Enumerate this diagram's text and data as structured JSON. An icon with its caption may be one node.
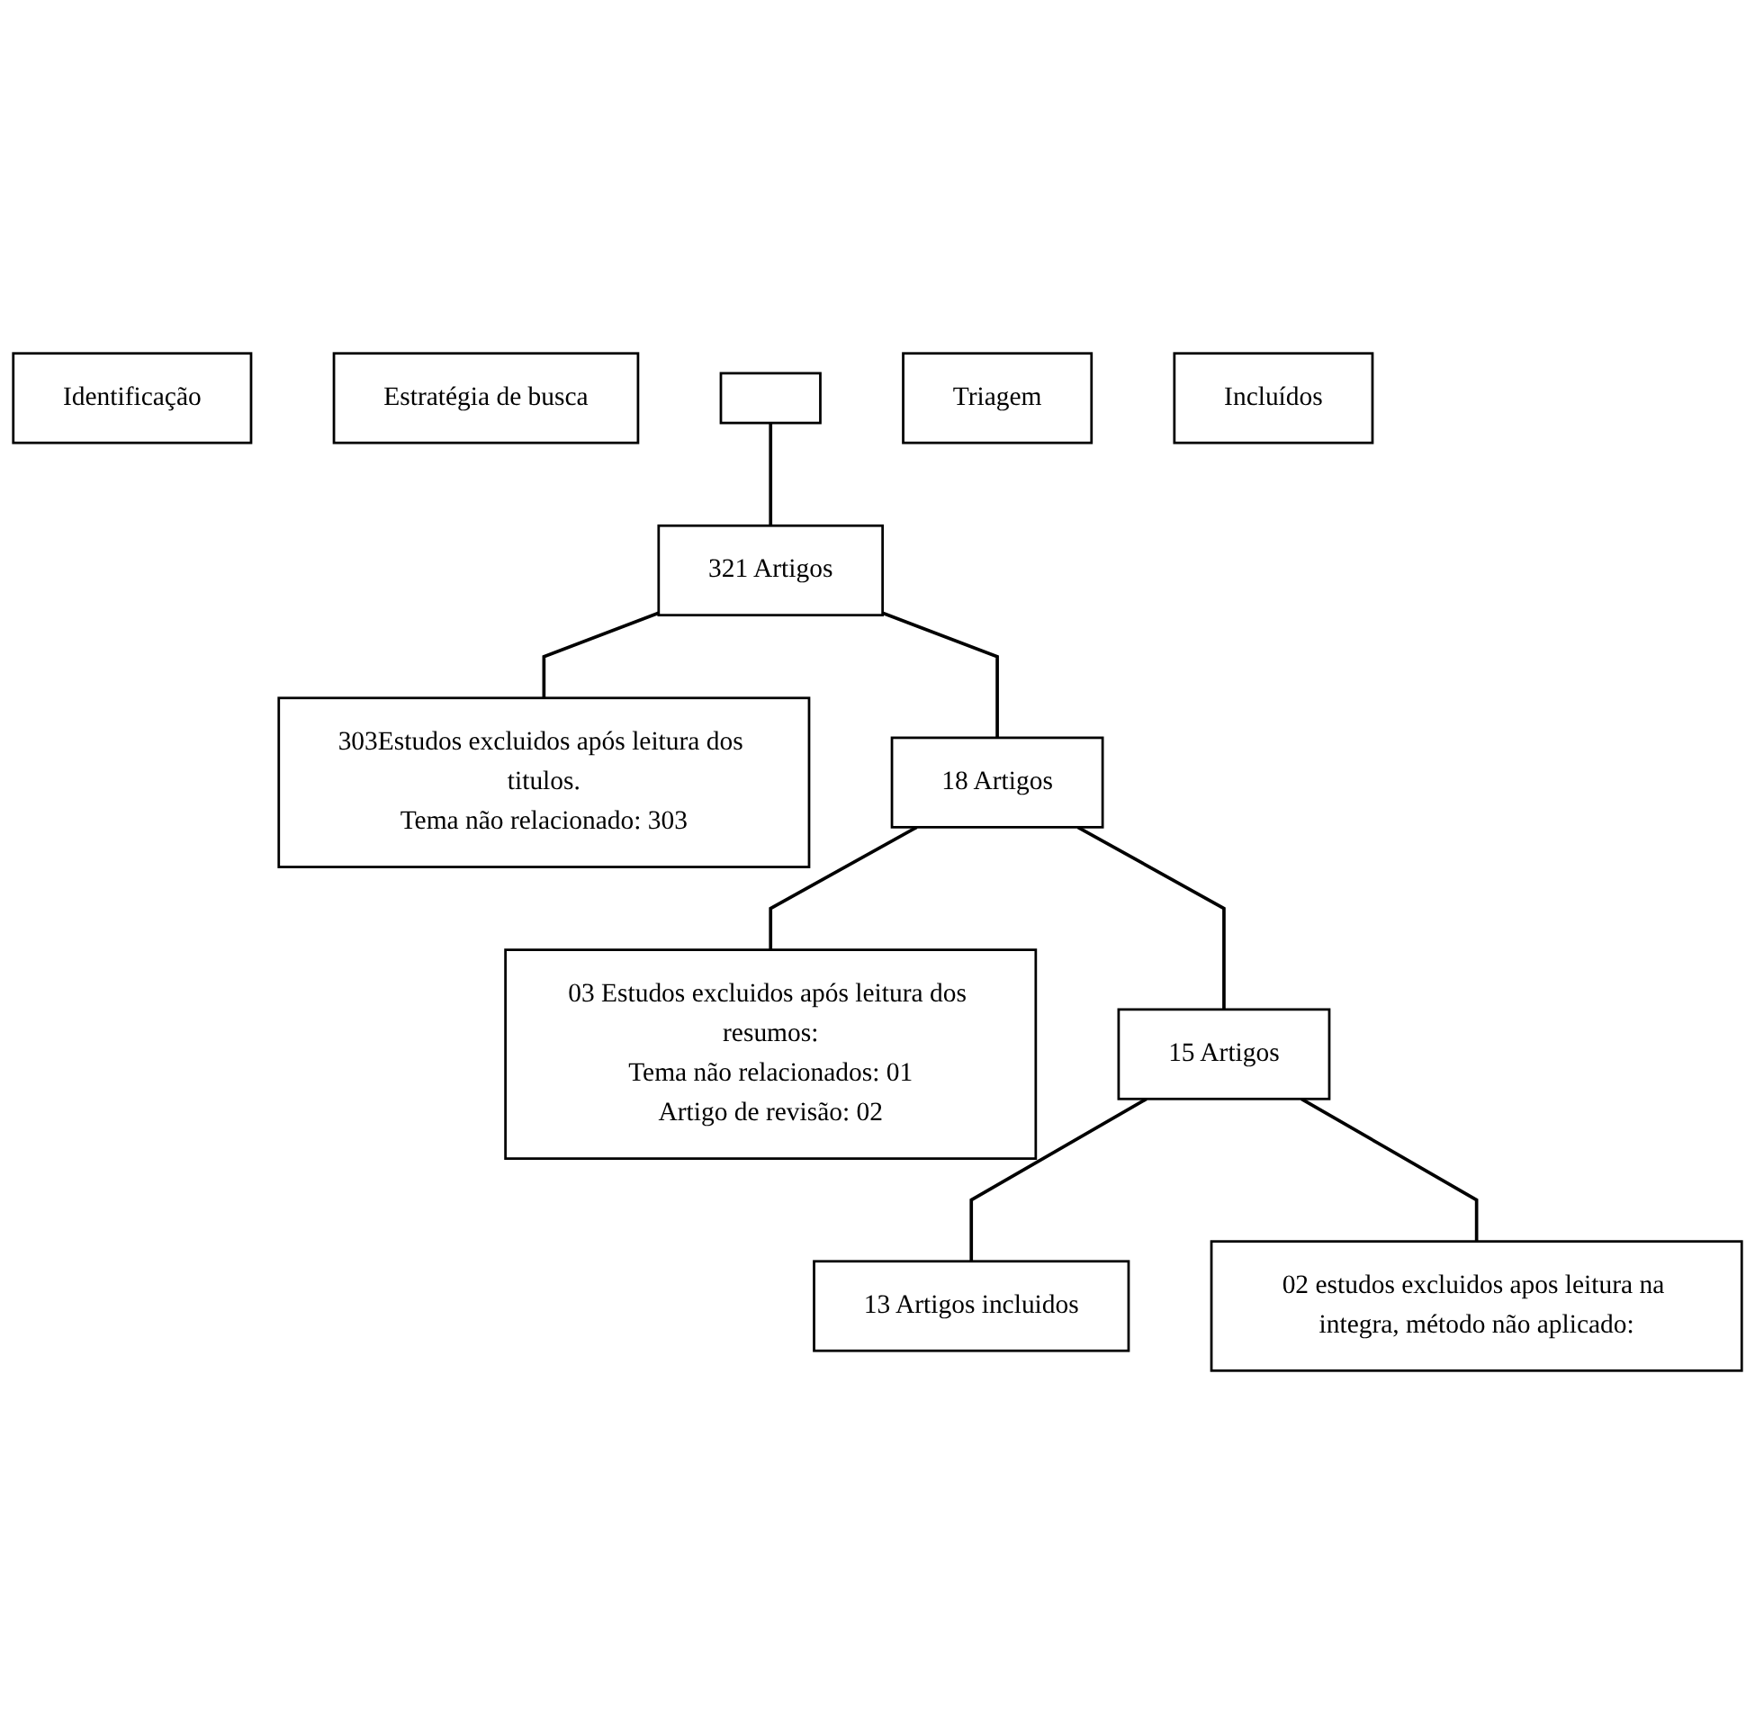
{
  "diagram": {
    "nodes": [
      {
        "text": [
          "Identificação"
        ]
      },
      {
        "text": [
          "Estratégia de busca"
        ]
      },
      {
        "text": [],
        "shape": "box"
      },
      {
        "text": [
          "Triagem"
        ]
      },
      {
        "text": [
          "321 Artigos"
        ]
      },
      {
        "text": [
          "303Estudos excluidos após leitura dos titulos.",
          "Tema não relacionado: 303"
        ]
      },
      {
        "text": [
          "18 Artigos"
        ]
      },
      {
        "text": [
          "03 Estudos excluidos após leitura dos resumos:",
          "Tema não relacionados: 01",
          "Artigo de revisão: 02"
        ]
      },
      {
        "text": [
          "15 Artigos"
        ]
      },
      {
        "text": [
          "02 estudos excluidos apos leitura na integra, método não aplicado:"
        ]
      },
      {
        "text": [
          "Incluídos"
        ]
      },
      {
        "text": [
          "13 Artigos incluidos"
        ]
      }
    ],
    "edges": [
      {
        "from": 2,
        "to": 4,
        "arrow": "none"
      },
      {
        "from": 4,
        "to": 6,
        "arrow": "none"
      },
      {
        "from": 4,
        "to": 5,
        "arrow": "none"
      },
      {
        "from": 6,
        "to": 8,
        "arrow": "none"
      },
      {
        "from": 6,
        "to": 7,
        "arrow": "none"
      },
      {
        "from": 8,
        "to": 11,
        "arrow": "none"
      },
      {
        "from": 8,
        "to": 9,
        "arrow": "none"
      }
    ]
  }
}
